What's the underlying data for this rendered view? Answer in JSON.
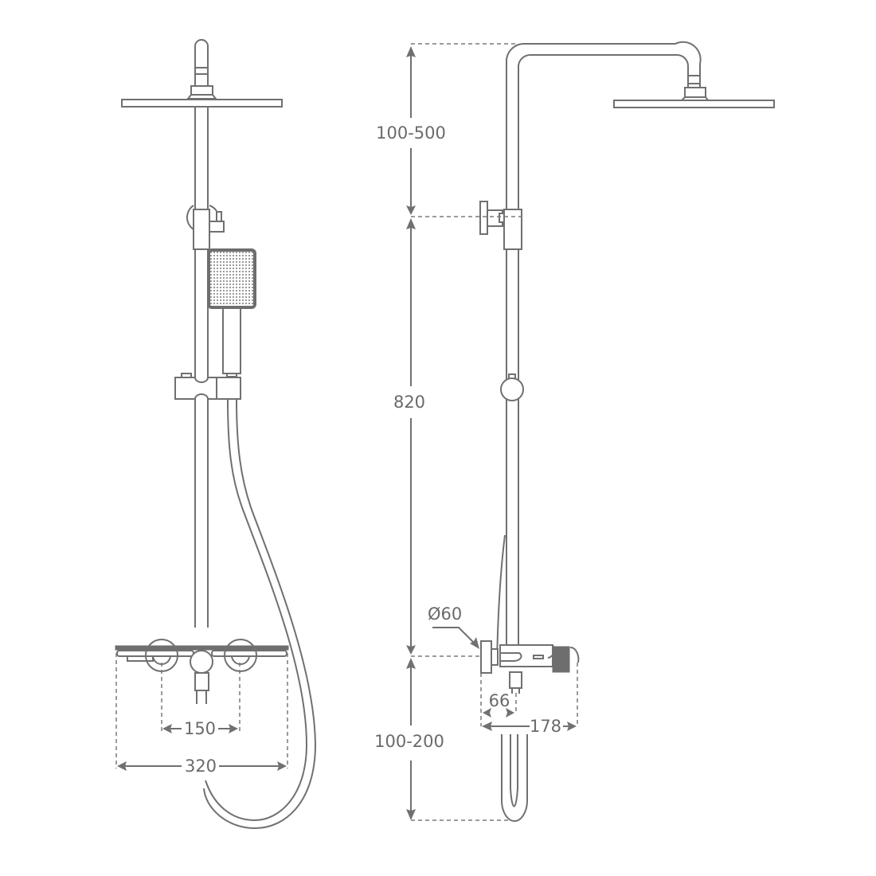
{
  "diagram": {
    "title": "Shower column dimension drawing",
    "views": [
      "front-view",
      "side-view"
    ],
    "colors": {
      "line": "#707070",
      "accent_dark": "#6e6e6e",
      "background": "#ffffff"
    },
    "front_view": {
      "dimensions": {
        "inner_spacing": "150",
        "total_width": "320"
      }
    },
    "side_view": {
      "dimensions": {
        "head_arm_height": "100-500",
        "column_height": "820",
        "mixer_height": "100-200",
        "wall_plate_diameter": "Ø60",
        "wall_offset": "66",
        "mixer_depth": "178"
      }
    }
  }
}
